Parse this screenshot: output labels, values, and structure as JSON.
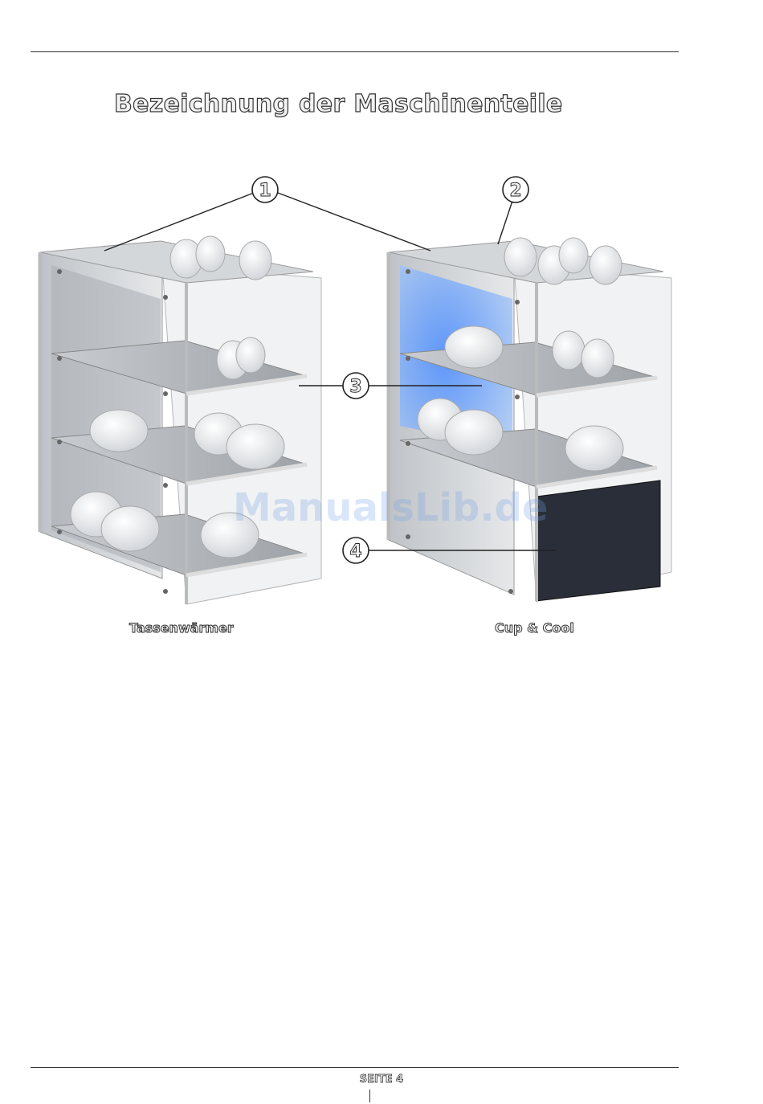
{
  "page": {
    "title": "Bezeichnung der Maschinenteile",
    "footer": "SEITE 4"
  },
  "figures": {
    "left_caption": "Tassenwärmer",
    "right_caption": "Cup & Cool"
  },
  "callouts": [
    "1",
    "2",
    "3",
    "4"
  ],
  "watermark": "ManualsLib.de"
}
